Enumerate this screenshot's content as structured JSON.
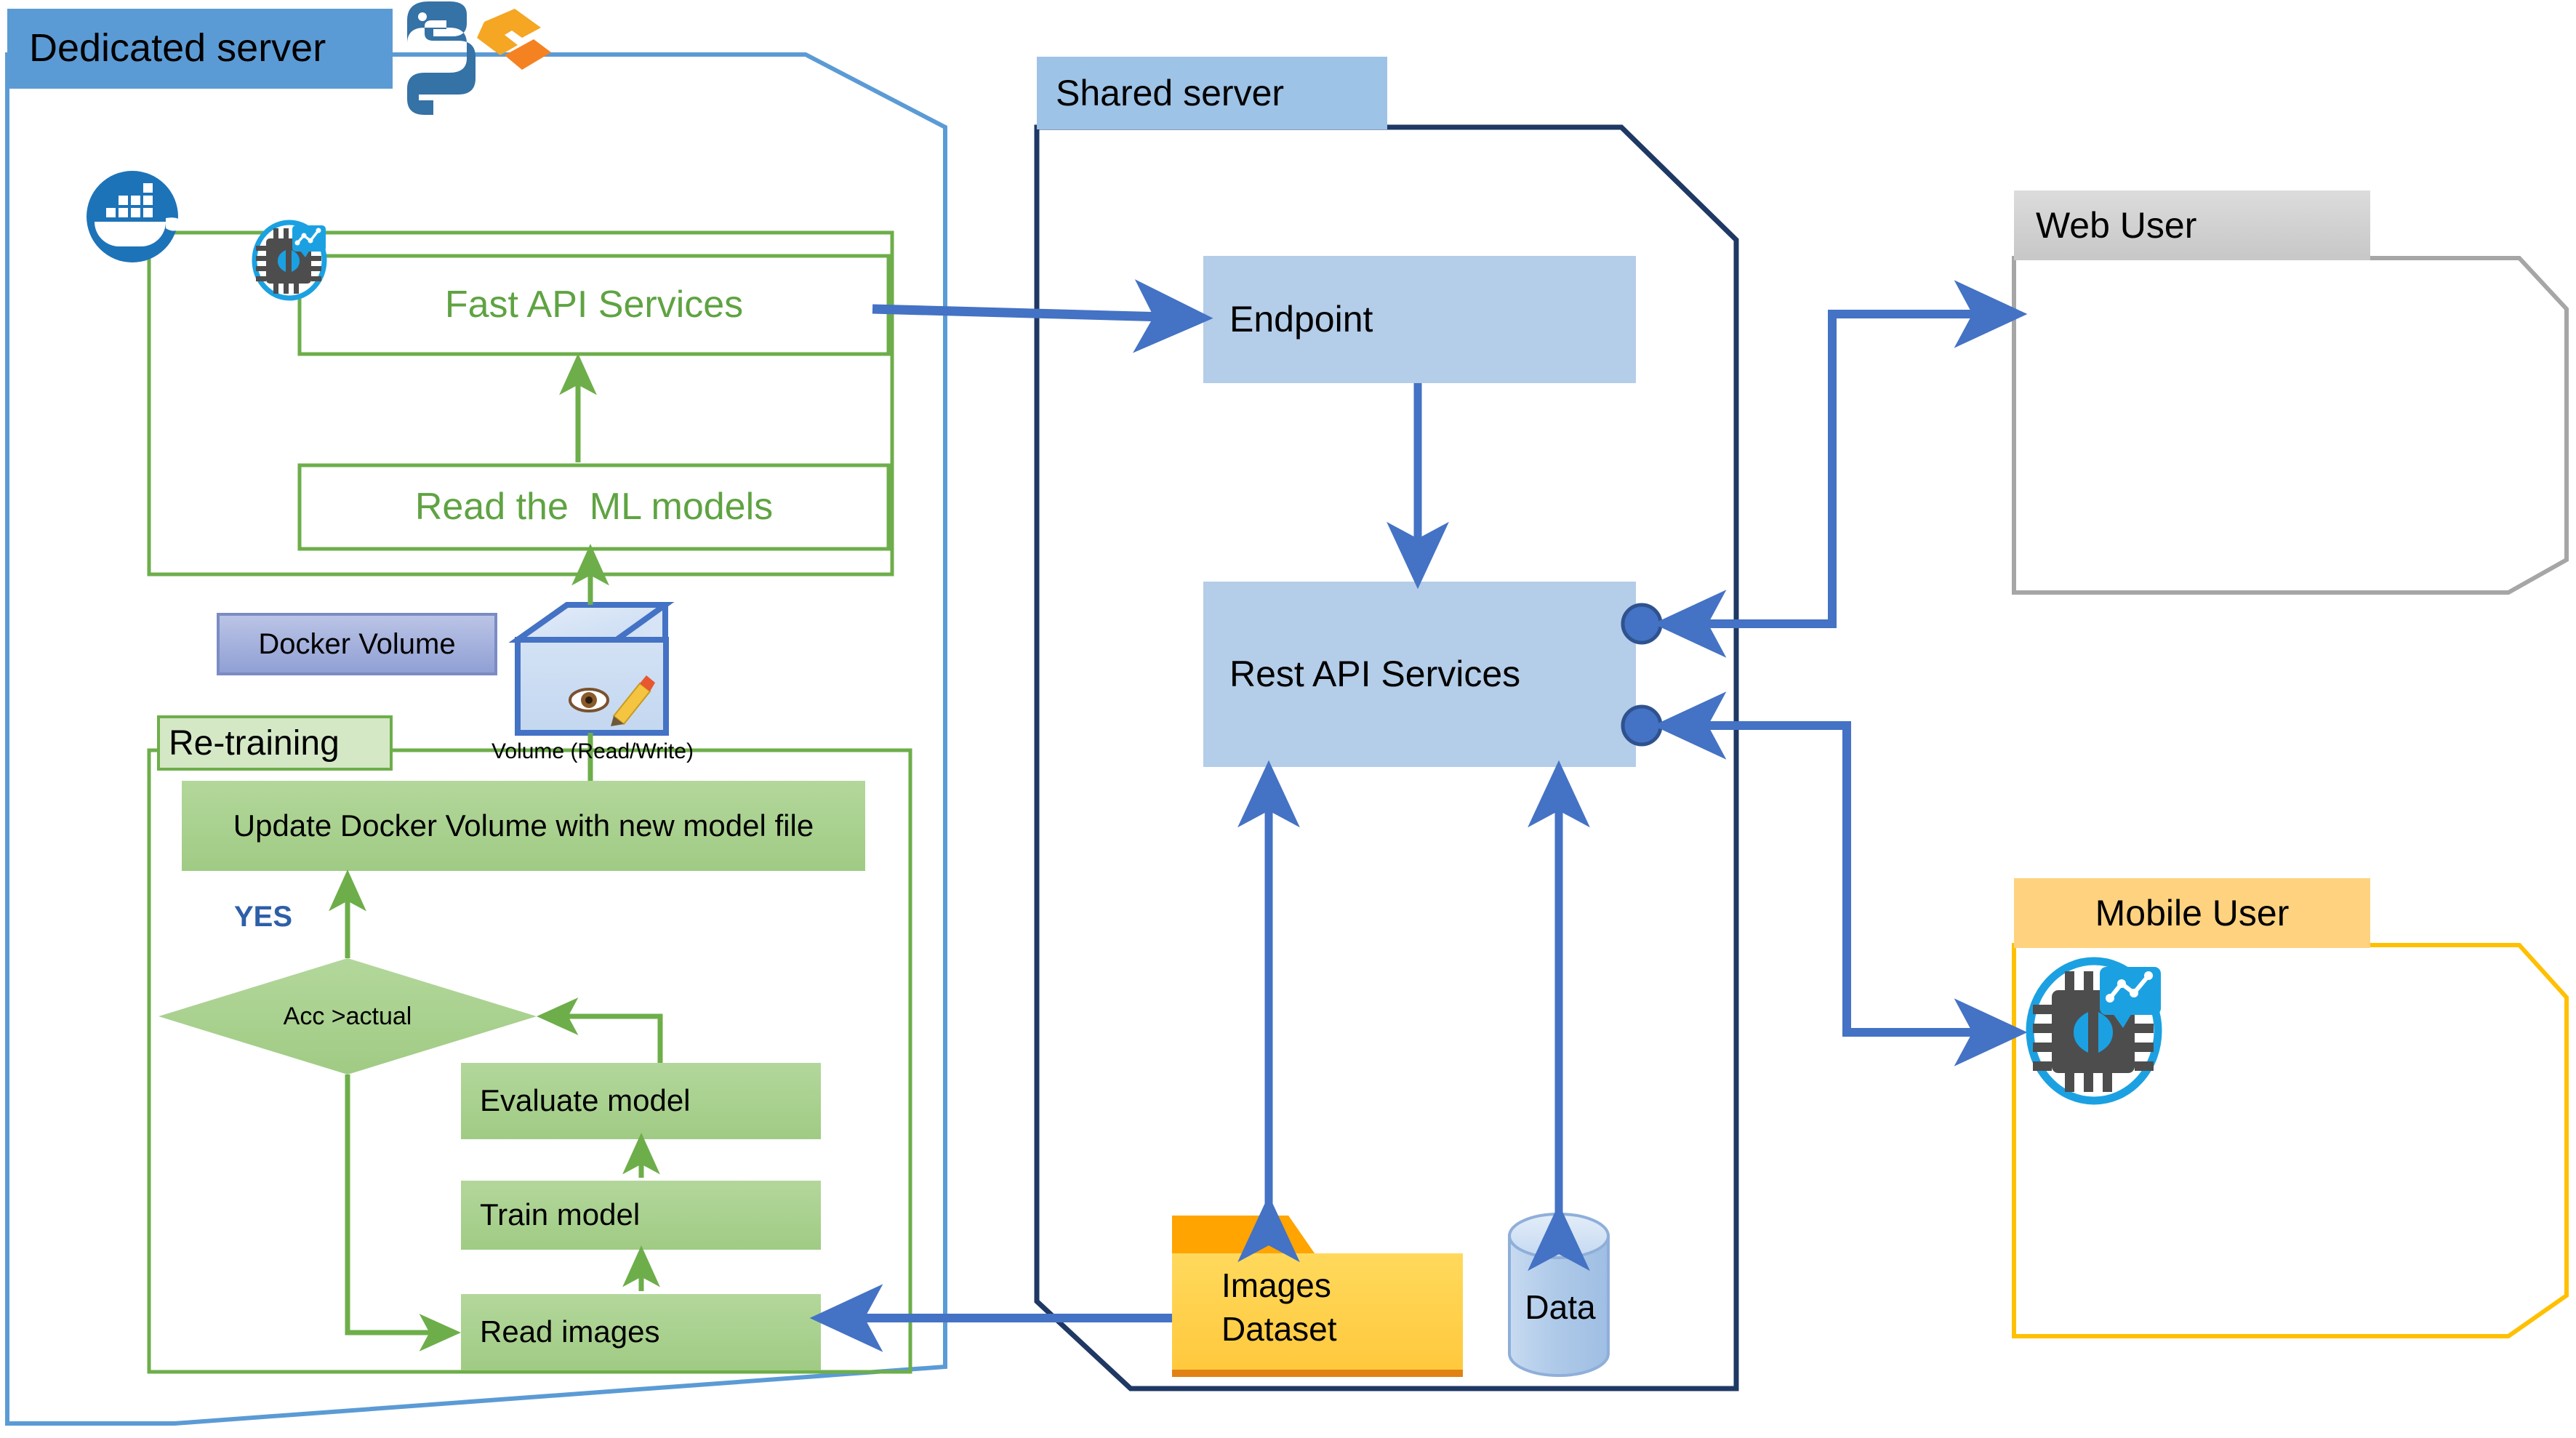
{
  "diagram": {
    "title_hidden": "ML model deployment architecture",
    "colors": {
      "header_blue": "#5B9BD5",
      "header_grey": "#D0D0D0",
      "header_amber": "#FFD27F",
      "box_light_blue": "#B4CDE8",
      "box_green": "#A9D18E",
      "box_periwinkle": "#A3B0DC",
      "folder_yellow": "#FFD24D",
      "folder_tab": "#FFB000",
      "arrow_blue": "#4472C4",
      "arrow_green": "#6DAE4A",
      "outline_blue": "#5B9BD5",
      "outline_navy": "#1F3864",
      "outline_grey": "#A6A6A6",
      "outline_amber": "#FFC000",
      "text_green": "#5FA342",
      "yes_blue": "#2E5FA8"
    }
  },
  "dedicated_server": {
    "title": "Dedicated server",
    "python_icon": "python-logo-icon",
    "docker_icon": "docker-whale-icon",
    "ml_chip_icon": "ml-chip-icon",
    "container": {
      "fast_api": "Fast API Services",
      "read_models": "Read the  ML models"
    },
    "docker_volume": {
      "label": "Docker Volume",
      "cube_icon": "volume-cube-icon",
      "cube_caption": "Volume (Read/Write)",
      "eye_icon": "eye-icon",
      "pencil_icon": "pencil-icon"
    },
    "retraining": {
      "title": "Re-training",
      "update_volume": "Update Docker Volume with new model file",
      "yes_label": "YES",
      "decision": "Acc >actual",
      "evaluate": "Evaluate model",
      "train": "Train model",
      "read_images": "Read images"
    }
  },
  "shared_server": {
    "title": "Shared server",
    "endpoint": "Endpoint",
    "rest_api": "Rest API Services",
    "port_top_icon": "port-connector-icon",
    "port_bottom_icon": "port-connector-icon",
    "images_dataset": "Images\nDataset",
    "images_dataset_line1": "Images",
    "images_dataset_line2": "Dataset",
    "data_store": "Data"
  },
  "clients": {
    "web_user": {
      "title": "Web User"
    },
    "mobile_user": {
      "title": "Mobile User",
      "chip_icon": "ml-chip-icon"
    }
  }
}
